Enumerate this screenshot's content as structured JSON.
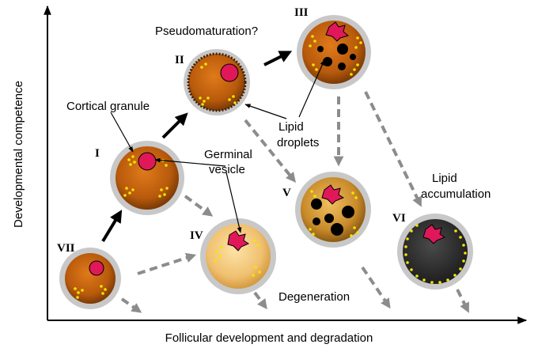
{
  "axes": {
    "x_label": "Follicular development and degradation",
    "y_label": "Developmental competence"
  },
  "stages": {
    "I": "I",
    "II": "II",
    "III": "III",
    "IV": "IV",
    "V": "V",
    "VI": "VI",
    "VII": "VII"
  },
  "annotations": {
    "pseudomaturation": "Pseudomaturation?",
    "cortical_granule": "Cortical granule",
    "germinal_vesicle_1": "Germinal",
    "germinal_vesicle_2": "vesicle",
    "lipid_droplets_1": "Lipid",
    "lipid_droplets_2": "droplets",
    "lipid_accumulation_1": "Lipid",
    "lipid_accumulation_2": "accumulation",
    "degeneration": "Degeneration"
  },
  "colors": {
    "ring": "#c8c8c8",
    "cytoplasm_normal": "#c4620e",
    "cytoplasm_pale": "#f2c77e",
    "cytoplasm_dark": "#3a3a3a",
    "nucleus": "#e0185a",
    "granule": "#f5e400",
    "arrow_solid": "#000000",
    "arrow_dashed": "#8c8c8c"
  }
}
